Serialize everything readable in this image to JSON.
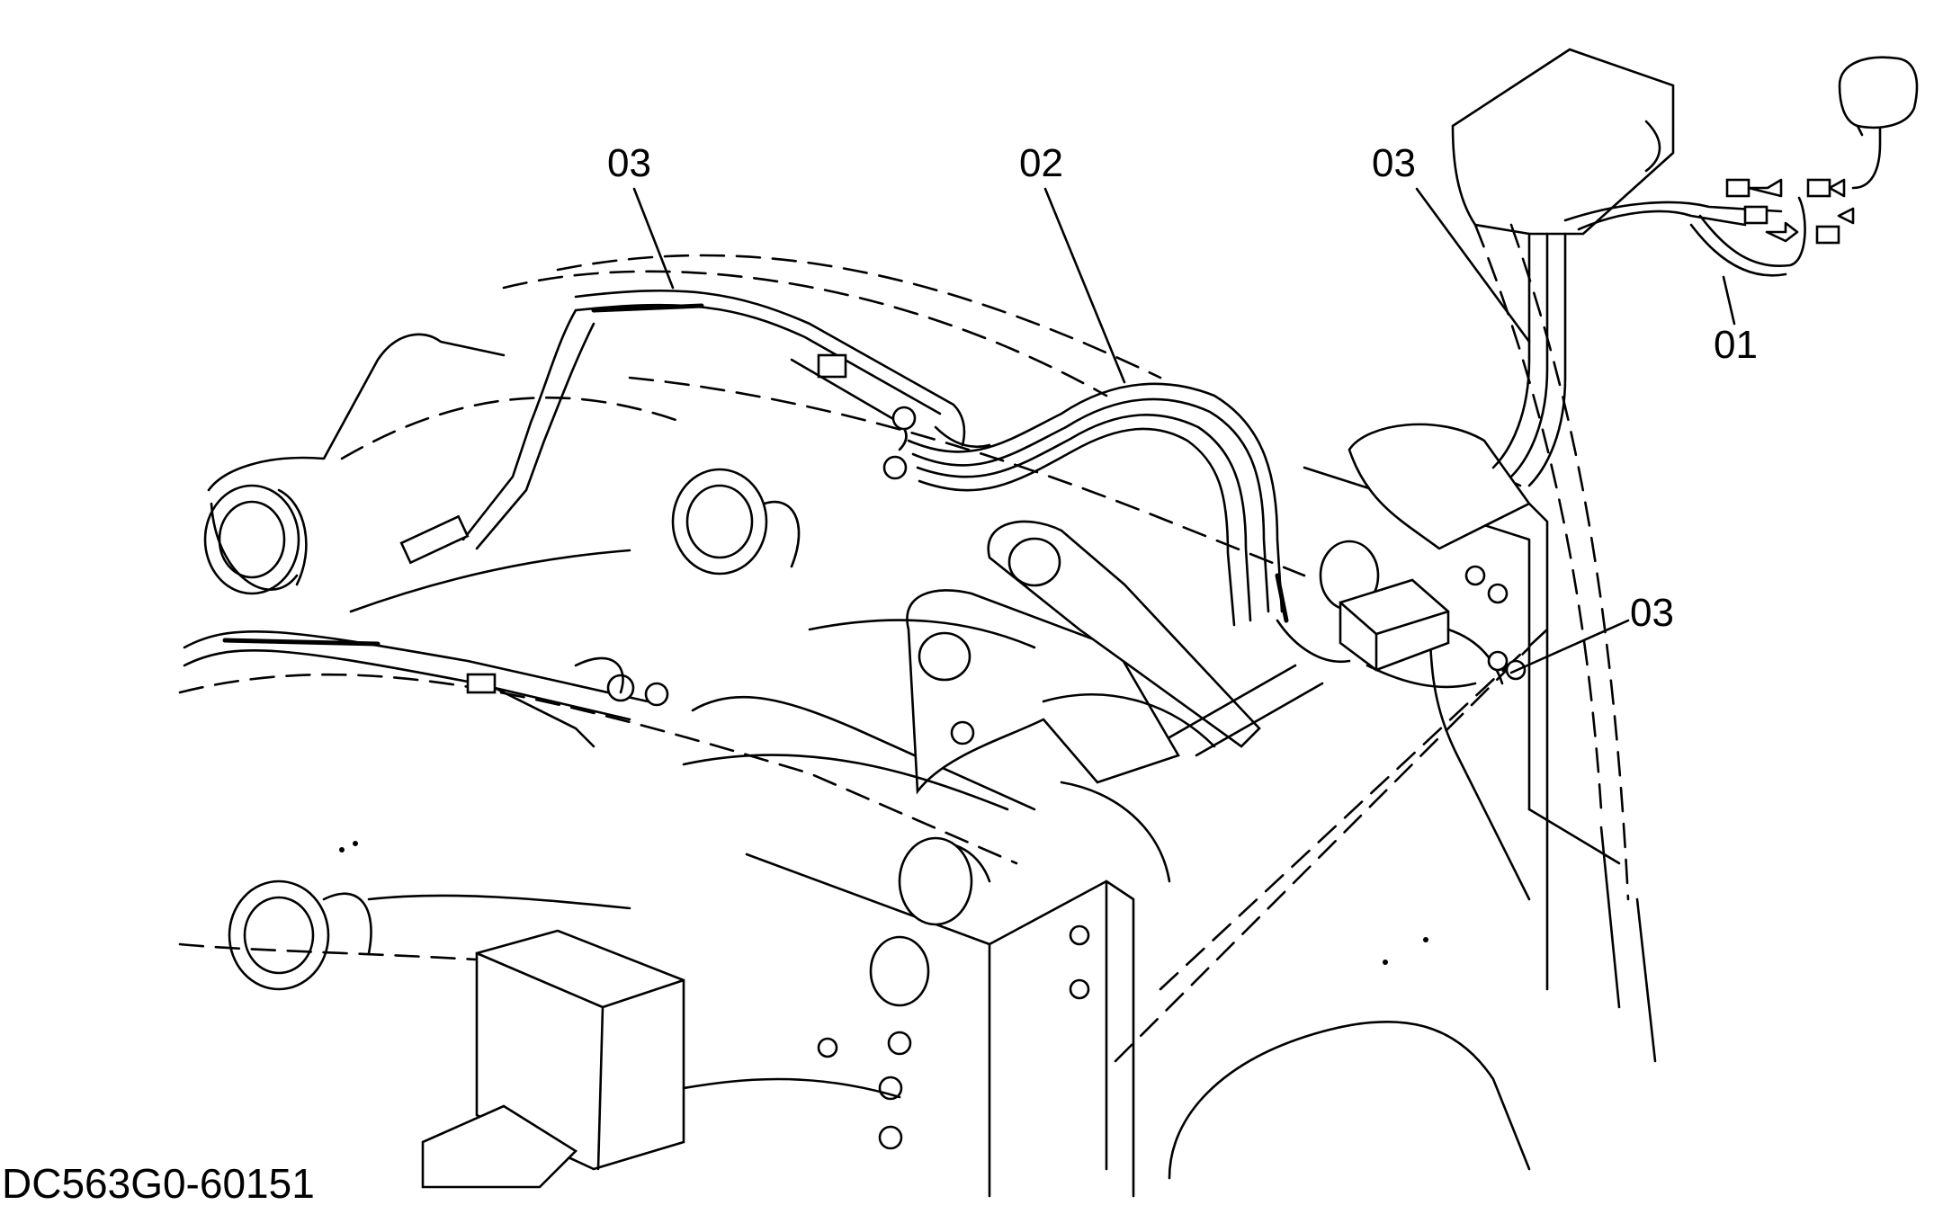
{
  "drawing_code": "DC563G0-60151",
  "callouts": [
    {
      "id": "label-03-left",
      "text": "03"
    },
    {
      "id": "label-02",
      "text": "02"
    },
    {
      "id": "label-03-upper-right",
      "text": "03"
    },
    {
      "id": "label-01",
      "text": "01"
    },
    {
      "id": "label-03-lower-right",
      "text": "03"
    }
  ]
}
